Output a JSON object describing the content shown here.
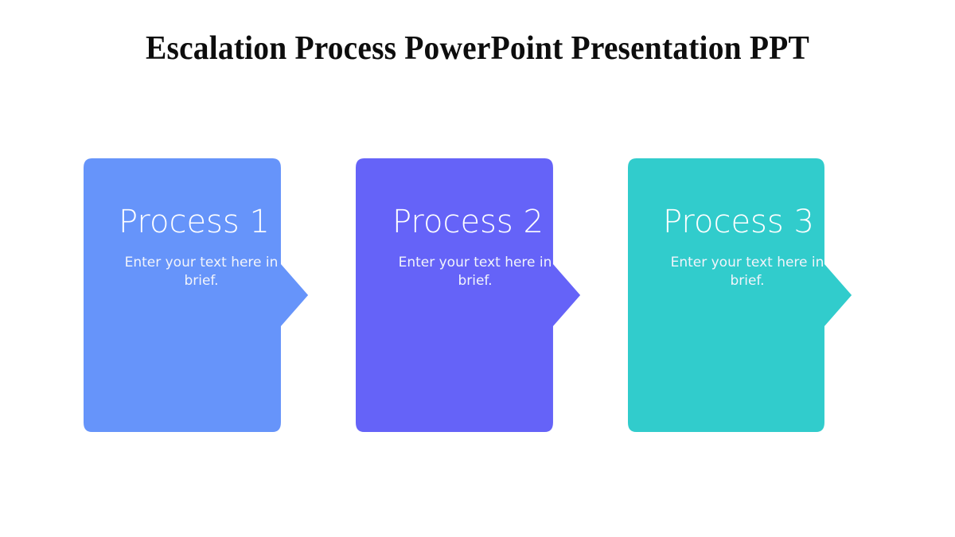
{
  "slide": {
    "title": "Escalation Process PowerPoint Presentation PPT",
    "background_color": "#ffffff",
    "title_color": "#0d0d0d"
  },
  "cards": [
    {
      "heading": "Process 1",
      "body": "Enter your text here in brief.",
      "color": "#6694fa",
      "arrow_icon": "arrow-right-icon"
    },
    {
      "heading": "Process 2",
      "body": "Enter your text here in brief.",
      "color": "#6563f8",
      "arrow_icon": "arrow-right-icon"
    },
    {
      "heading": "Process 3",
      "body": "Enter your text here in brief.",
      "color": "#31cccc",
      "arrow_icon": "arrow-right-icon"
    }
  ]
}
